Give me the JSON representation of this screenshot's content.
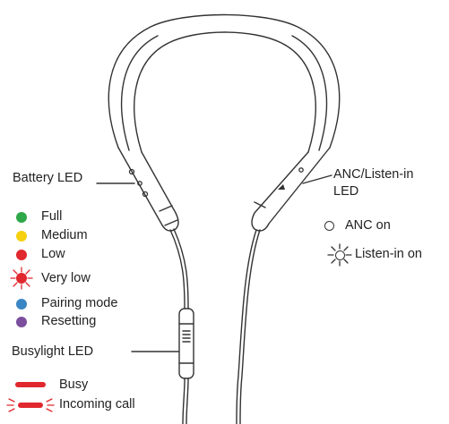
{
  "labels": {
    "battery_led": "Battery LED",
    "anc_listen_in_led_line1": "ANC/Listen-in",
    "anc_listen_in_led_line2": "LED",
    "busylight_led": "Busylight LED"
  },
  "battery_states": [
    {
      "label": "Full",
      "color": "#2ea84a",
      "icon": "solid-dot"
    },
    {
      "label": "Medium",
      "color": "#f5d10f",
      "icon": "solid-dot"
    },
    {
      "label": "Low",
      "color": "#e0282e",
      "icon": "solid-dot"
    },
    {
      "label": "Very low",
      "color": "#e0282e",
      "icon": "flashing-dot"
    },
    {
      "label": "Pairing mode",
      "color": "#3a86c4",
      "icon": "solid-dot"
    },
    {
      "label": "Resetting",
      "color": "#7b4f9e",
      "icon": "solid-dot"
    }
  ],
  "anc_states": [
    {
      "label": "ANC on",
      "icon": "ring"
    },
    {
      "label": "Listen-in on",
      "icon": "flashing-ring"
    }
  ],
  "busylight_states": [
    {
      "label": "Busy",
      "color": "#e0282e",
      "icon": "solid-bar"
    },
    {
      "label": "Incoming call",
      "color": "#e0282e",
      "icon": "flashing-bar"
    }
  ]
}
